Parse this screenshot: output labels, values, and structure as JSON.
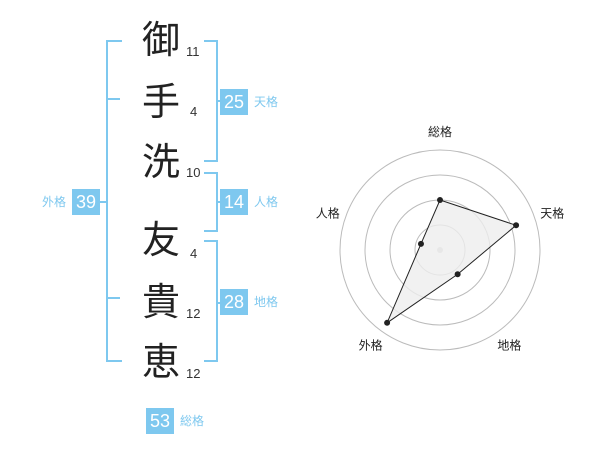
{
  "name_chars": [
    {
      "char": "御",
      "strokes": "11"
    },
    {
      "char": "手",
      "strokes": "4"
    },
    {
      "char": "洗",
      "strokes": "10"
    },
    {
      "char": "友",
      "strokes": "4"
    },
    {
      "char": "貴",
      "strokes": "12"
    },
    {
      "char": "恵",
      "strokes": "12"
    }
  ],
  "fortune": {
    "tenkaku": {
      "value": "25",
      "label": "天格"
    },
    "jinkaku": {
      "value": "14",
      "label": "人格"
    },
    "chikaku": {
      "value": "28",
      "label": "地格"
    },
    "gaikaku": {
      "value": "39",
      "label": "外格"
    },
    "soukaku": {
      "value": "53",
      "label": "総格"
    }
  },
  "chart_data": {
    "type": "radar",
    "axes": [
      "総格",
      "天格",
      "地格",
      "外格",
      "人格"
    ],
    "values": [
      0.5,
      0.8,
      0.3,
      0.9,
      0.2
    ],
    "rings": 4,
    "colors": {
      "accent": "#7ec8ef",
      "fill": "#eeeeee",
      "line": "#222222",
      "grid": "#bbbbbb"
    }
  }
}
